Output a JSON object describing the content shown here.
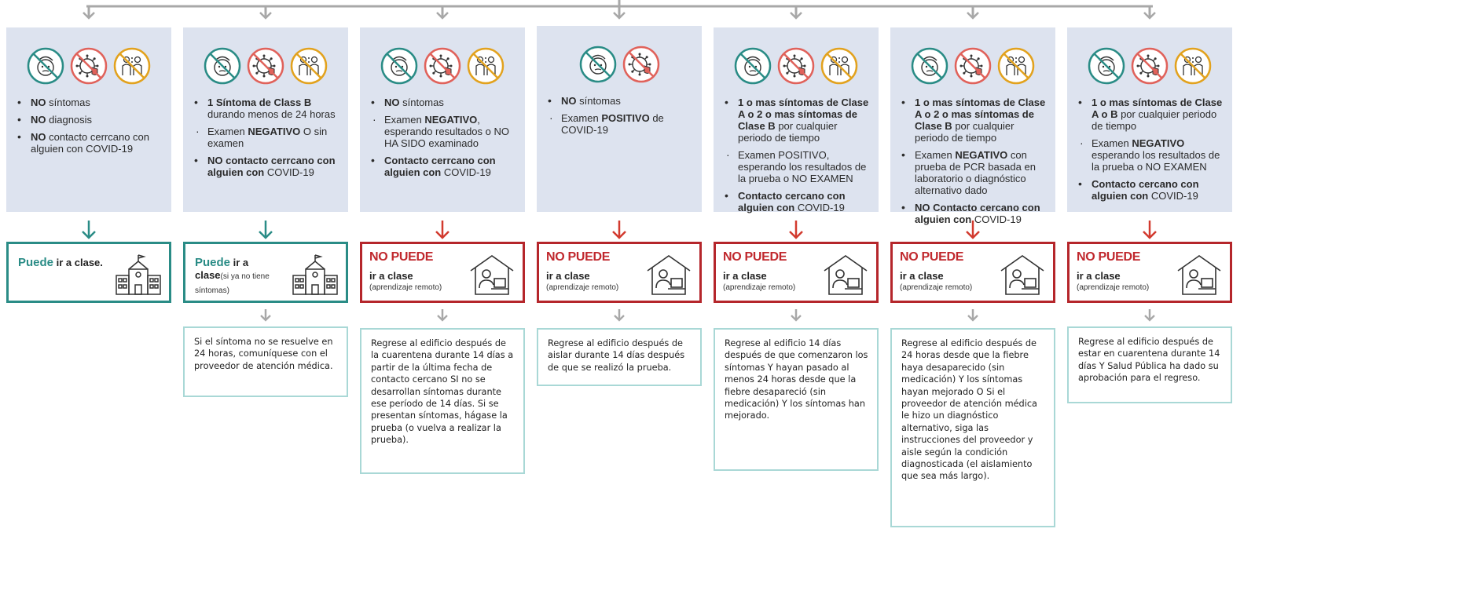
{
  "colors": {
    "panel": "#dde3ef",
    "teal": "#2a8c86",
    "red": "#b5262b",
    "gray_arrow": "#9a9a9a",
    "note_border": "#a9d8d6"
  },
  "columns": [
    {
      "icons": [
        "sick-face-icon",
        "virus-icon",
        "contact-icon"
      ],
      "conditions": [
        {
          "bullet": "dot",
          "bold": "NO",
          "text": " síntomas"
        },
        {
          "bullet": "dot",
          "bold": "NO",
          "text": " diagnosis"
        },
        {
          "bullet": "dot",
          "bold": "NO",
          "text": " contacto cerrcano con alguien con COVID-19"
        }
      ],
      "result": "ok",
      "outcome": {
        "lead": "Puede",
        "rest": " ir a clase.",
        "sub": ""
      },
      "note": ""
    },
    {
      "icons": [
        "sick-face-icon",
        "virus-icon",
        "contact-icon"
      ],
      "conditions": [
        {
          "bullet": "dot",
          "bold": "1 Síntoma de Class B",
          "text": " durando menos de 24 horas"
        },
        {
          "bullet": "mid",
          "bold": "",
          "text": "Examen ",
          "bold2": "NEGATIVO",
          "text2": " O sin examen"
        },
        {
          "bullet": "dot",
          "bold": "NO contacto cerrcano con alguien con",
          "text": " COVID-19"
        }
      ],
      "result": "ok",
      "outcome": {
        "lead": "Puede",
        "rest": " ir a clase",
        "sub": "(si ya no tiene síntomas)"
      },
      "note": "Si el síntoma no se resuelve en 24 horas, comuníquese con el proveedor de atención médica."
    },
    {
      "icons": [
        "sick-face-icon",
        "virus-icon",
        "contact-icon"
      ],
      "conditions": [
        {
          "bullet": "dot",
          "bold": "NO",
          "text": " síntomas"
        },
        {
          "bullet": "mid",
          "bold": "",
          "text": "Examen ",
          "bold2": "NEGATIVO",
          "text2": ", esperando resultados o NO HA SIDO examinado"
        },
        {
          "bullet": "dot",
          "bold": "Contacto cerrcano con alguien con",
          "text": " COVID-19"
        }
      ],
      "result": "no",
      "outcome": {
        "lead": "NO PUEDE",
        "rest": "ir a clase",
        "sub": "(aprendizaje remoto)"
      },
      "note": "Regrese al edificio después de la cuarentena durante 14 días a partir de la última fecha de contacto cercano SI no se desarrollan síntomas durante ese período de 14 días. Si se presentan síntomas, hágase la prueba (o vuelva a realizar la prueba)."
    },
    {
      "icons": [
        "sick-face-icon",
        "virus-icon"
      ],
      "conditions": [
        {
          "bullet": "dot",
          "bold": "NO",
          "text": " síntomas"
        },
        {
          "bullet": "mid",
          "bold": "",
          "text": "Examen ",
          "bold2": "POSITIVO",
          "text2": " de COVID-19"
        }
      ],
      "result": "no",
      "outcome": {
        "lead": "NO PUEDE",
        "rest": "ir a clase",
        "sub": "(aprendizaje remoto)"
      },
      "note": "Regrese al edificio después de aislar durante 14 días después de que se realizó la prueba."
    },
    {
      "icons": [
        "sick-face-icon",
        "virus-icon",
        "contact-icon"
      ],
      "conditions": [
        {
          "bullet": "dot",
          "bold": "1 o mas síntomas de Clase A o 2 o mas síntomas de Clase B",
          "text": " por cualquier periodo de tiempo"
        },
        {
          "bullet": "mid",
          "bold": "",
          "text": "Examen POSITIVO, esperando los resultados de la prueba o NO EXAMEN"
        },
        {
          "bullet": "dot",
          "bold": "Contacto cercano con alguien con",
          "text": " COVID-19"
        }
      ],
      "result": "no",
      "outcome": {
        "lead": "NO PUEDE",
        "rest": "ir a clase",
        "sub": "(aprendizaje remoto)"
      },
      "note": "Regrese al edificio 14 días después de que comenzaron los síntomas Y hayan pasado al menos 24 horas desde que la fiebre desapareció (sin medicación) Y los síntomas han mejorado."
    },
    {
      "icons": [
        "sick-face-icon",
        "virus-icon",
        "contact-icon"
      ],
      "conditions": [
        {
          "bullet": "dot",
          "bold": "1 o mas síntomas de Clase A o 2 o mas síntomas de Clase B",
          "text": " por cualquier periodo de tiempo"
        },
        {
          "bullet": "dot",
          "bold": "",
          "text": "Examen ",
          "bold2": "NEGATIVO",
          "text2": " con prueba de PCR basada en laboratorio o diagnóstico alternativo dado"
        },
        {
          "bullet": "dot",
          "bold": "NO Contacto cercano con alguien con",
          "text": " COVID-19"
        }
      ],
      "result": "no",
      "outcome": {
        "lead": "NO PUEDE",
        "rest": "ir a clase",
        "sub": "(aprendizaje remoto)"
      },
      "note": "Regrese al edificio después de 24 horas desde que la fiebre haya desaparecido (sin medicación) Y los síntomas hayan mejorado O Si el proveedor de atención médica le hizo un diagnóstico alternativo, siga las instrucciones del proveedor y aisle según la condición diagnosticada (el aislamiento que sea más largo)."
    },
    {
      "icons": [
        "sick-face-icon",
        "virus-icon",
        "contact-icon"
      ],
      "conditions": [
        {
          "bullet": "dot",
          "bold": "1 o mas síntomas de Clase A o B",
          "text": " por cualquier periodo de tiempo"
        },
        {
          "bullet": "mid",
          "bold": "",
          "text": "Examen ",
          "bold2": "NEGATIVO",
          "text2": " esperando los resultados de la prueba o NO EXAMEN"
        },
        {
          "bullet": "dot",
          "bold": "Contacto cercano con alguien con",
          "text": " COVID-19"
        }
      ],
      "result": "no",
      "outcome": {
        "lead": "NO PUEDE",
        "rest": "ir a clase",
        "sub": "(aprendizaje remoto)"
      },
      "note": "Regrese al edificio después de estar en cuarentena durante 14 días Y Salud Pública ha dado su aprobación para el regreso."
    }
  ]
}
